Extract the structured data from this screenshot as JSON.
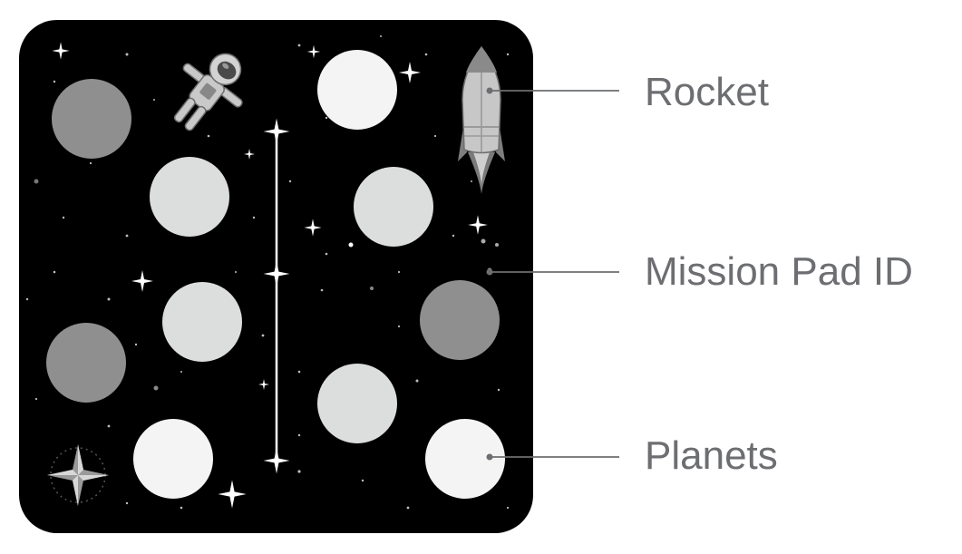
{
  "callouts": {
    "rocket": "Rocket",
    "mission_pad_id": "Mission Pad ID",
    "planets": "Planets"
  },
  "colors": {
    "pad_background": "#000000",
    "planet_white": "#f4f4f4",
    "planet_light_gray": "#dcdedd",
    "planet_dark_gray": "#8f8f8f",
    "leader_line": "#6d6e71"
  },
  "icons": [
    "astronaut-icon",
    "rocket-icon",
    "sparkle-star-icon",
    "compass-star-icon"
  ]
}
